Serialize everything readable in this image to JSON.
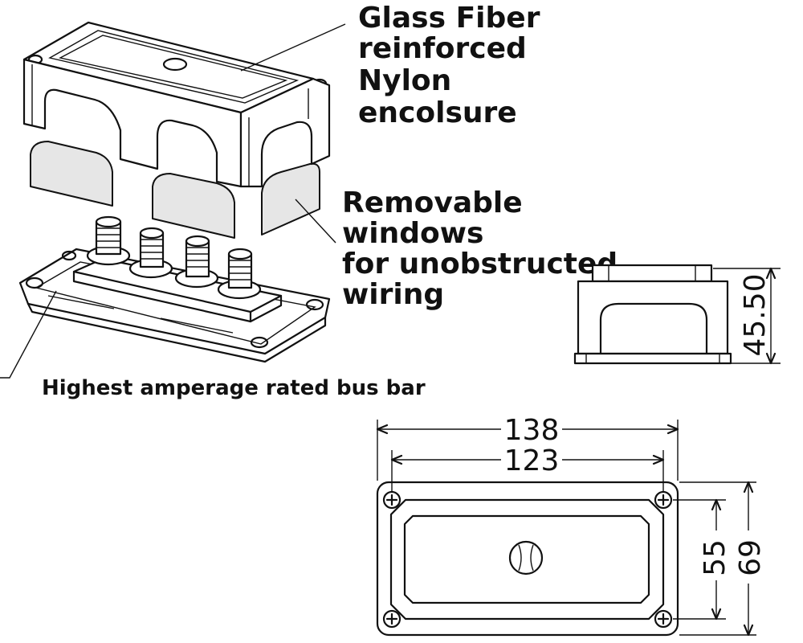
{
  "callouts": {
    "enclosure": [
      "Glass Fiber",
      "reinforced",
      "Nylon",
      "encolsure"
    ],
    "windows": [
      "Removable",
      "windows",
      "for unobstructed",
      "wiring"
    ],
    "busbar": "Highest amperage rated bus bar"
  },
  "dimensions": {
    "height": "45.50",
    "outer_width": "138",
    "hole_width": "123",
    "hole_height": "55",
    "outer_height": "69"
  },
  "colors": {
    "line": "#111111",
    "window_fill": "#e6e6e6",
    "background": "#ffffff"
  }
}
